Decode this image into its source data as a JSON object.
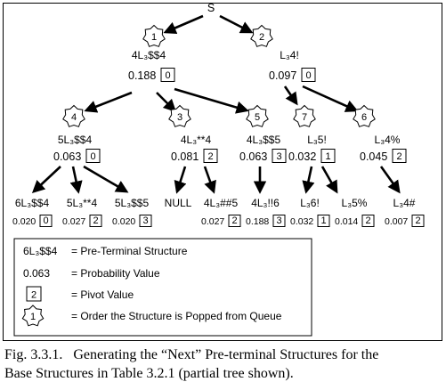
{
  "root": {
    "label": "S"
  },
  "nodes": [
    {
      "id": "n1",
      "order": "1",
      "structure": "4L₃$$4",
      "prob": "0.188",
      "pivot": "0"
    },
    {
      "id": "n2",
      "order": "2",
      "structure": "L₃4!",
      "prob": "0.097",
      "pivot": "0"
    },
    {
      "id": "n4",
      "order": "4",
      "structure": "5L₃$$4",
      "prob": "0.063",
      "pivot": "0"
    },
    {
      "id": "n3",
      "order": "3",
      "structure": "4L₃**4",
      "prob": "0.081",
      "pivot": "2"
    },
    {
      "id": "n5",
      "order": "5",
      "structure": "4L₃$$5",
      "prob": "0.063",
      "pivot": "3"
    },
    {
      "id": "n7",
      "order": "7",
      "structure": "L₃5!",
      "prob": "0.032",
      "pivot": "1"
    },
    {
      "id": "n6",
      "order": "6",
      "structure": "L₃4%",
      "prob": "0.045",
      "pivot": "2"
    }
  ],
  "leaves": [
    {
      "id": "l1",
      "structure": "6L₃$$4",
      "prob": "0.020",
      "pivot": "0"
    },
    {
      "id": "l2",
      "structure": "5L₃**4",
      "prob": "0.027",
      "pivot": "2"
    },
    {
      "id": "l3",
      "structure": "5L₃$$5",
      "prob": "0.020",
      "pivot": "3"
    },
    {
      "id": "l4",
      "structure": "NULL",
      "prob": "",
      "pivot": ""
    },
    {
      "id": "l5",
      "structure": "4L₃##5",
      "prob": "0.027",
      "pivot": "2"
    },
    {
      "id": "l6",
      "structure": "4L₃!!6",
      "prob": "0.188",
      "pivot": "3"
    },
    {
      "id": "l7",
      "structure": "L₃6!",
      "prob": "0.032",
      "pivot": "1"
    },
    {
      "id": "l8",
      "structure": "L₃5%",
      "prob": "0.014",
      "pivot": "2"
    },
    {
      "id": "l9",
      "structure": "L₃4#",
      "prob": "0.007",
      "pivot": "2"
    }
  ],
  "edges": [
    [
      "root",
      "n1"
    ],
    [
      "root",
      "n2"
    ],
    [
      "n1",
      "n4"
    ],
    [
      "n1",
      "n3"
    ],
    [
      "n1",
      "n5"
    ],
    [
      "n2",
      "n7"
    ],
    [
      "n2",
      "n6"
    ],
    [
      "n4",
      "l1"
    ],
    [
      "n4",
      "l2"
    ],
    [
      "n4",
      "l3"
    ],
    [
      "n3",
      "l4"
    ],
    [
      "n3",
      "l5"
    ],
    [
      "n5",
      "l6"
    ],
    [
      "n7",
      "l7"
    ],
    [
      "n7",
      "l8"
    ],
    [
      "n6",
      "l9"
    ]
  ],
  "legend": {
    "structure_sample": "6L₃$$4",
    "structure_desc": "= Pre-Terminal Structure",
    "prob_sample": "0.063",
    "prob_desc": "= Probability Value",
    "pivot_sample": "2",
    "pivot_desc": "= Pivot Value",
    "order_sample": "1",
    "order_desc": "= Order the Structure is Popped from Queue"
  },
  "caption": {
    "line1": "Fig. 3.3.1.   Generating the “Next” Pre-terminal Structures for the",
    "line2": "Base Structures in Table 3.2.1 (partial tree shown)."
  }
}
